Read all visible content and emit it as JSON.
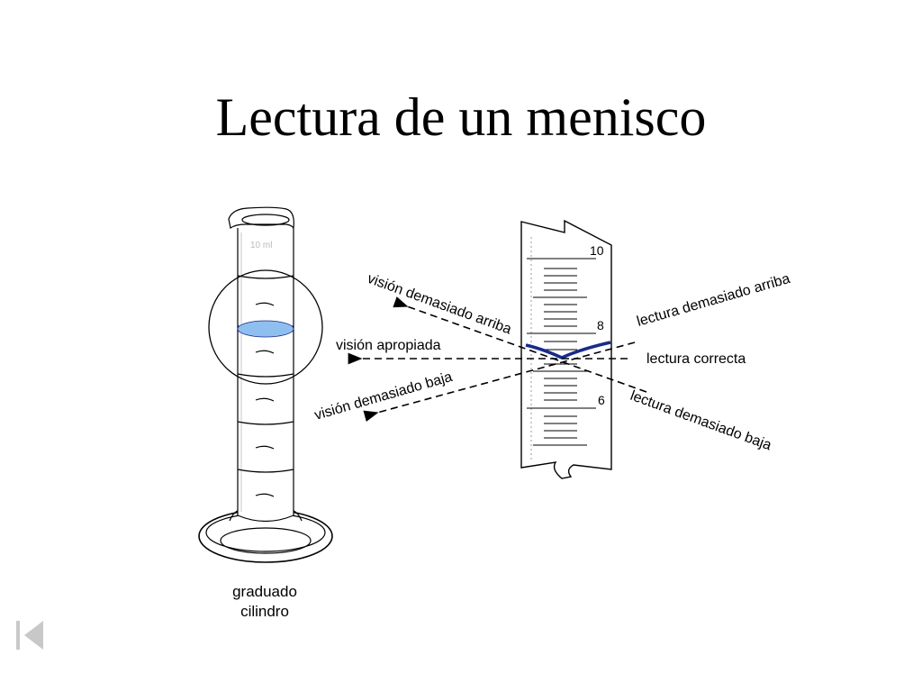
{
  "title": "Lectura de un menisco",
  "cylinder": {
    "volume_label": "10 ml",
    "caption_line1": "graduado",
    "caption_line2": "cilindro"
  },
  "scale": {
    "tick_10": "10",
    "tick_8": "8",
    "tick_6": "6"
  },
  "sightlines": {
    "view_high": "visión demasiado arriba",
    "view_correct": "visión apropiada",
    "view_low": "visión demasiado baja",
    "reading_high": "lectura demasiado arriba",
    "reading_correct": "lectura correcta",
    "reading_low": "lectura demasiado baja"
  },
  "colors": {
    "meniscus": "#1a2a8c",
    "liquid": "#8ebfef",
    "stroke": "#000000"
  },
  "navigation": {
    "back_icon": "skip-back-icon"
  }
}
